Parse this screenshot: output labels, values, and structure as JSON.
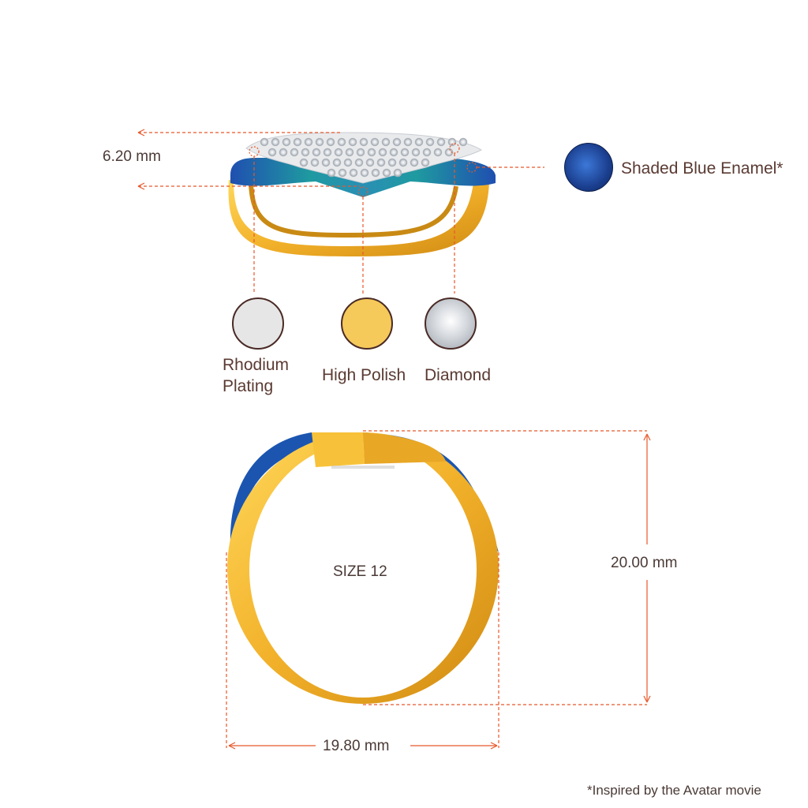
{
  "top_view": {
    "height_label": "6.20 mm",
    "enamel": {
      "label": "Shaded Blue Enamel*",
      "color": "#1b4fa8"
    }
  },
  "materials": [
    {
      "key": "rhodium",
      "line1": "Rhodium",
      "line2": "Plating",
      "color": "#e6e6e6"
    },
    {
      "key": "polish",
      "line1": "High Polish",
      "color": "#f5c95a"
    },
    {
      "key": "diamond",
      "line1": "Diamond",
      "color": "#d9dde2"
    }
  ],
  "front_view": {
    "size_label": "SIZE 12",
    "height_label": "20.00 mm",
    "width_label": "19.80 mm"
  },
  "footnote": "*Inspired by the Avatar movie",
  "colors": {
    "dimension_line": "#e8582a",
    "gold": "#f2b12a",
    "gold_dark": "#d08a12",
    "enamel": "#1b4fa8",
    "teal": "#1f9aa0",
    "text": "#5a3a32"
  }
}
